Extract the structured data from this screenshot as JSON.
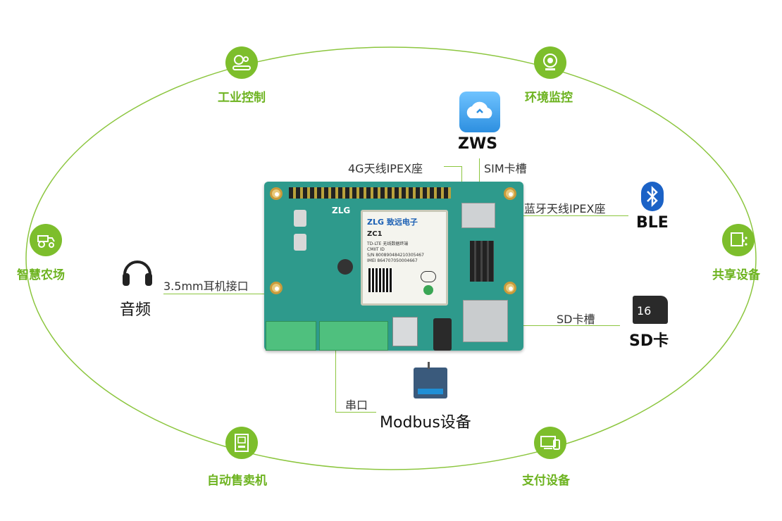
{
  "apps": {
    "industrial_control": "工业控制",
    "env_monitoring": "环境监控",
    "smart_agriculture": "智慧农场",
    "shared_devices": "共享设备",
    "vending_machine": "自动售卖机",
    "payment_devices": "支付设备"
  },
  "callouts": {
    "antenna_4g": "4G天线IPEX座",
    "sim_slot": "SIM卡槽",
    "bt_antenna": "蓝牙天线IPEX座",
    "sd_slot": "SD卡槽",
    "audio_jack": "3.5mm耳机接口",
    "serial": "串口"
  },
  "devices": {
    "zws": "ZWS",
    "ble": "BLE",
    "audio": "音频",
    "sd_card": "SD卡",
    "sd_card_capacity": "16",
    "modbus": "Modbus设备"
  },
  "board": {
    "module_brand": "ZLG 致远电子",
    "module_model": "ZC1",
    "module_desc": "TD-LTE 无线数据终端",
    "module_cmiit": "CMIIT ID",
    "module_sn": "S/N 800890484210305467",
    "module_imei": "IMEI 864707050004667",
    "board_logo": "ZLG"
  },
  "colors": {
    "accent_green": "#7dbe2c",
    "line_green": "#8cc63f",
    "pcb_teal": "#2e9a8c"
  }
}
